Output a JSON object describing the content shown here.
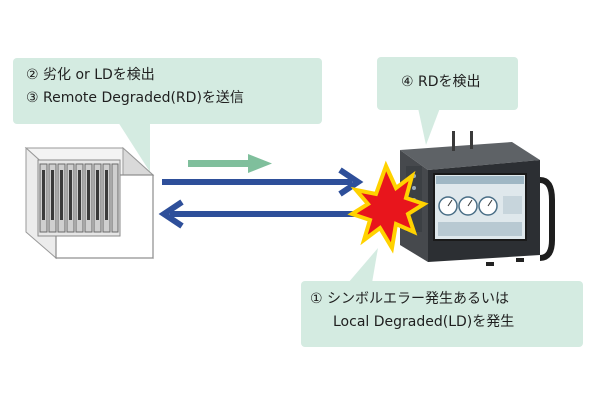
{
  "callouts": {
    "left": {
      "line1": "② 劣化 or LDを検出",
      "line2": "③ Remote Degraded(RD)を送信"
    },
    "right": {
      "line1": "④ RDを検出"
    },
    "bottom": {
      "line1": "① シンボルエラー発生あるいは",
      "line2": "Local Degraded(LD)を発生"
    }
  },
  "colors": {
    "callout_bg": "#d4ebe1",
    "link_arrow": "#2e4f9a",
    "signal_arrow": "#7fbf9c",
    "burst_red": "#e8151c",
    "burst_yellow": "#ffd200"
  }
}
